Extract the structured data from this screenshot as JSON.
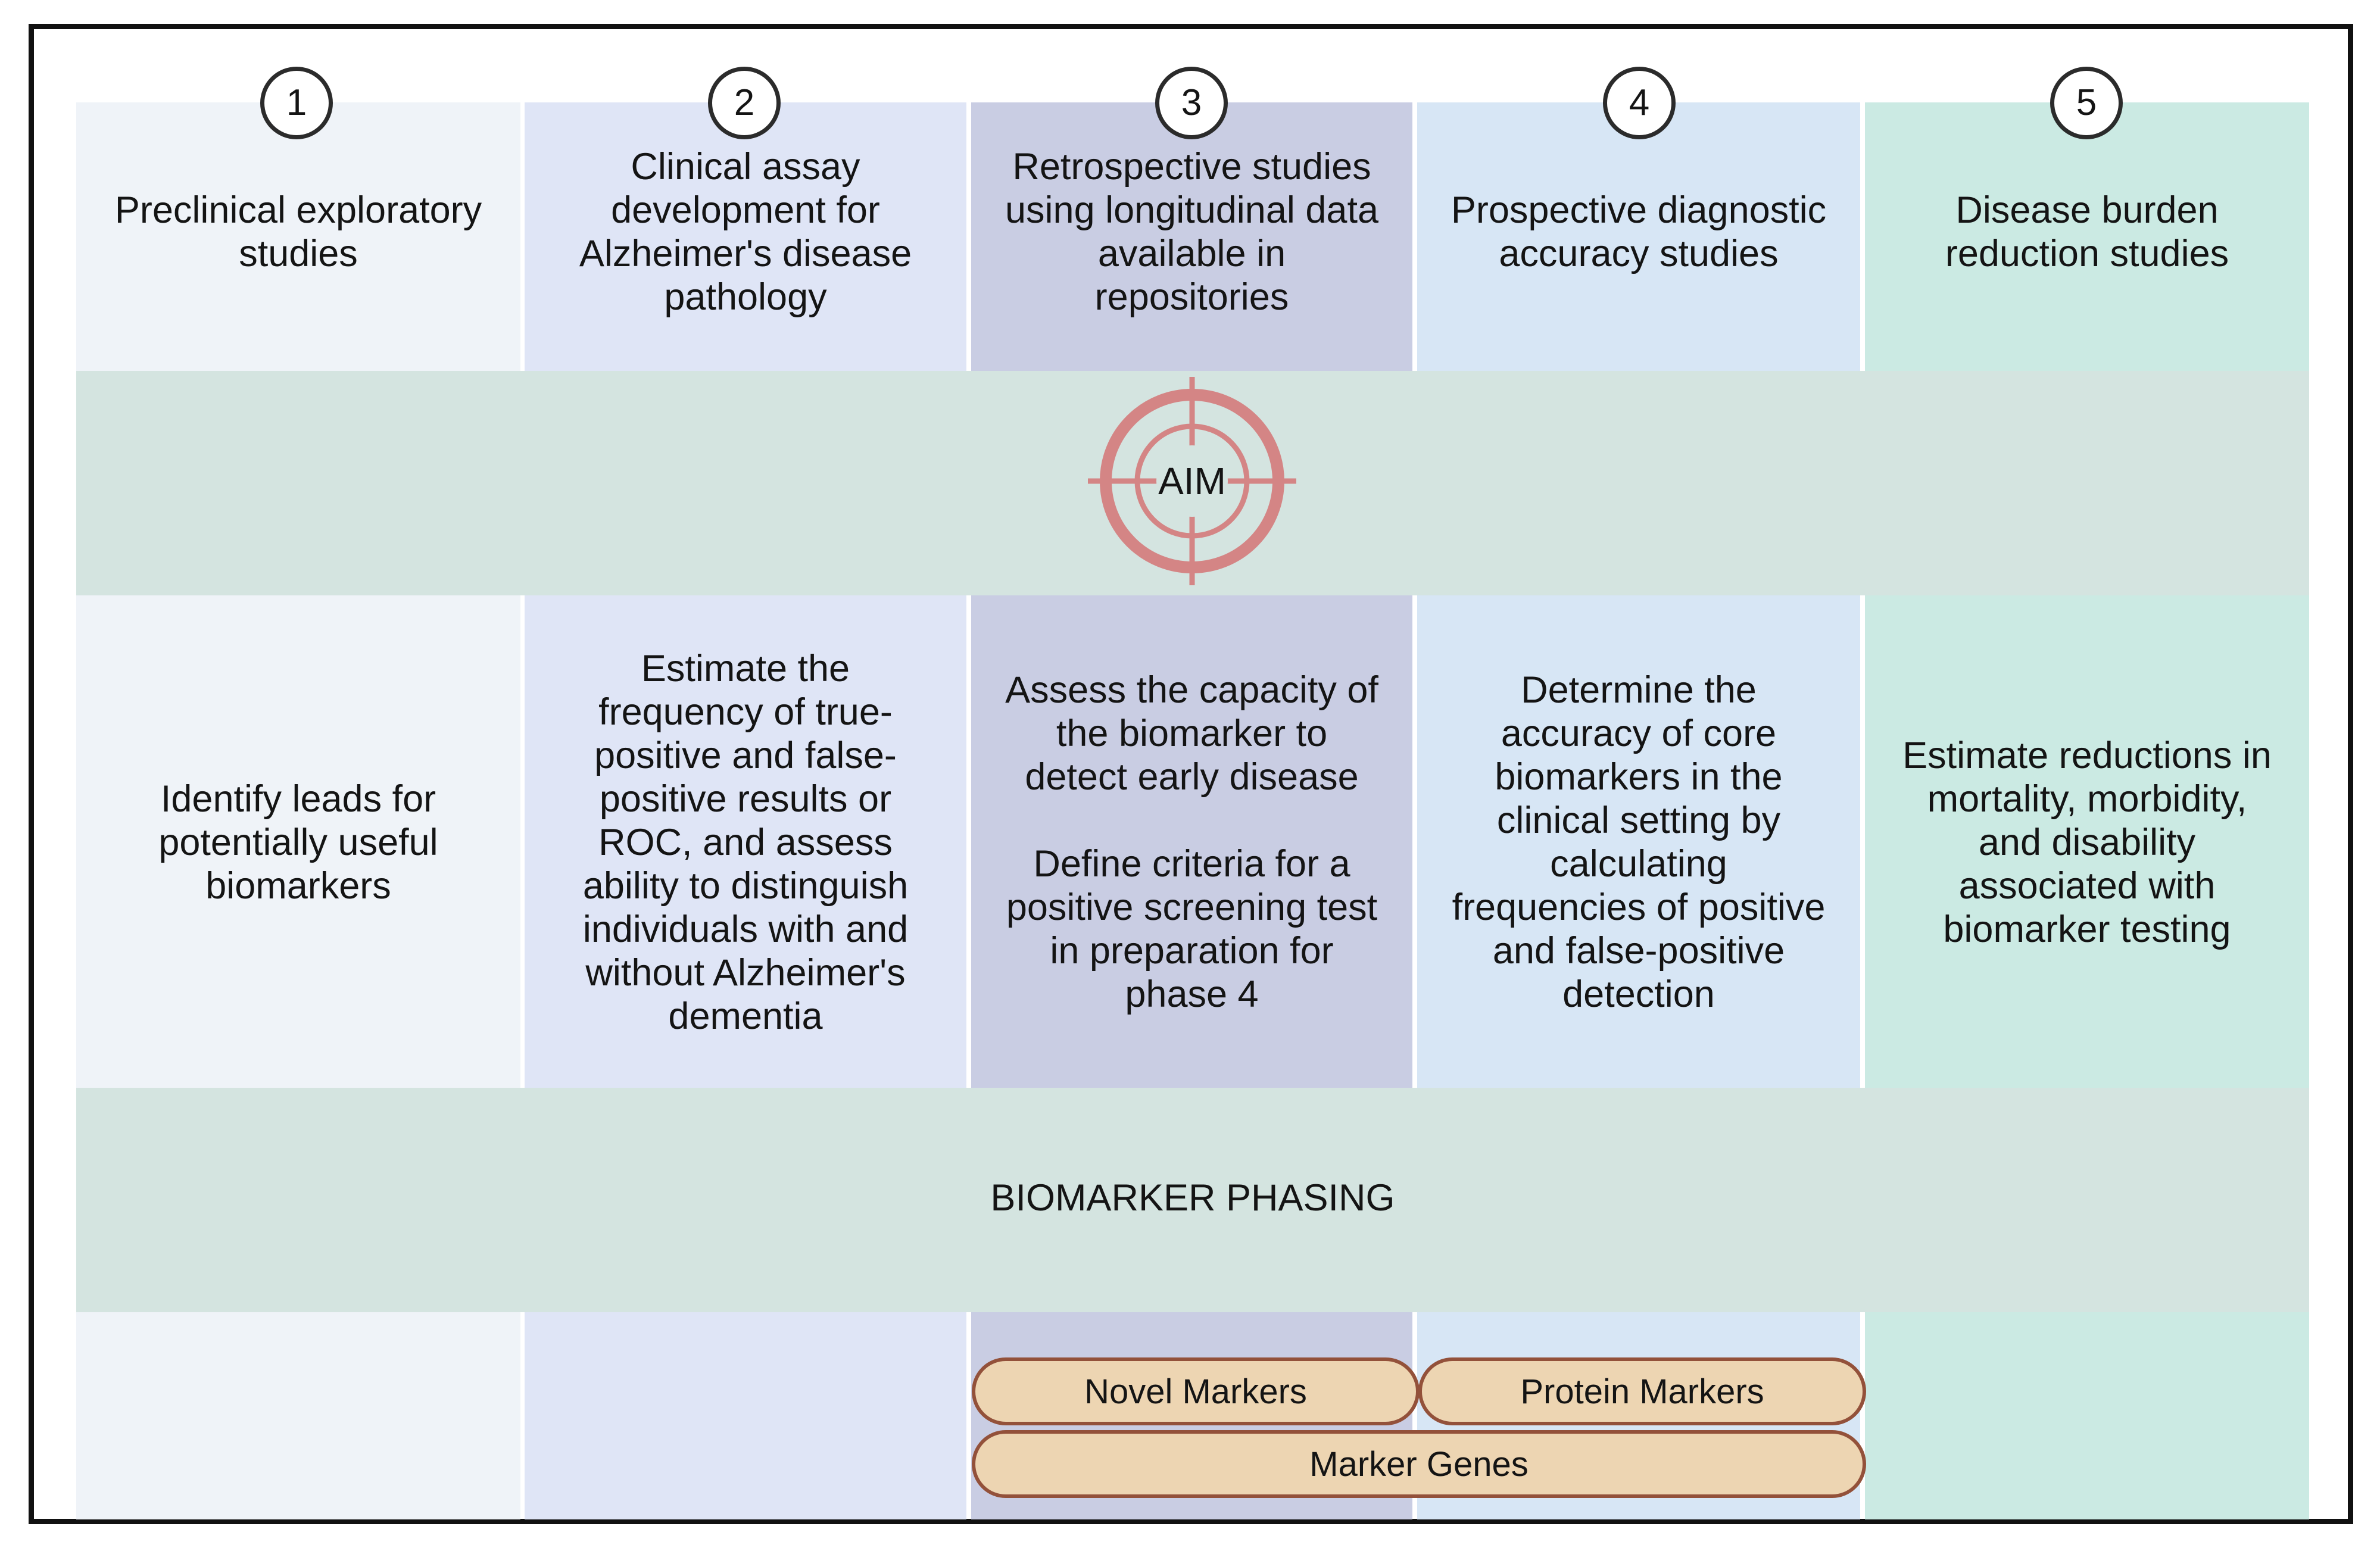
{
  "colors": {
    "col1": "#eff3f8",
    "col2": "#dfe5f6",
    "col3": "#c9cde3",
    "col4": "#d7e6f5",
    "col5": "#cbeae3",
    "band": "#d4e4e0",
    "target": "#d48585",
    "pill_fill": "#edd5b2",
    "pill_border": "#93513a"
  },
  "phases": [
    {
      "number": "1",
      "title": "Preclinical exploratory\nstudies",
      "aim": "Identify leads for\npotentially useful\nbiomarkers"
    },
    {
      "number": "2",
      "title": "Clinical assay\ndevelopment for\nAlzheimer's disease\npathology",
      "aim": "Estimate the\nfrequency of true-\npositive and false-\npositive results or\nROC, and assess\nability to distinguish\nindividuals with and\nwithout Alzheimer's\ndementia"
    },
    {
      "number": "3",
      "title": "Retrospective studies\nusing longitudinal data\navailable in\nrepositories",
      "aim": "Assess the capacity of\nthe biomarker to\ndetect early disease\n\nDefine criteria for a\npositive screening test\nin preparation for\nphase 4"
    },
    {
      "number": "4",
      "title": "Prospective diagnostic\naccuracy studies",
      "aim": "Determine the\naccuracy of core\nbiomarkers in the\nclinical setting by\ncalculating\nfrequencies of positive\nand false-positive\ndetection"
    },
    {
      "number": "5",
      "title": "Disease burden\nreduction studies",
      "aim": "Estimate reductions in\nmortality, morbidity,\nand disability\nassociated with\nbiomarker testing"
    }
  ],
  "aim_icon": {
    "icon": "target-icon",
    "label": "AIM"
  },
  "phasing_label": "BIOMARKER PHASING",
  "markers": {
    "novel": "Novel Markers",
    "protein": "Protein Markers",
    "genes": "Marker Genes"
  }
}
